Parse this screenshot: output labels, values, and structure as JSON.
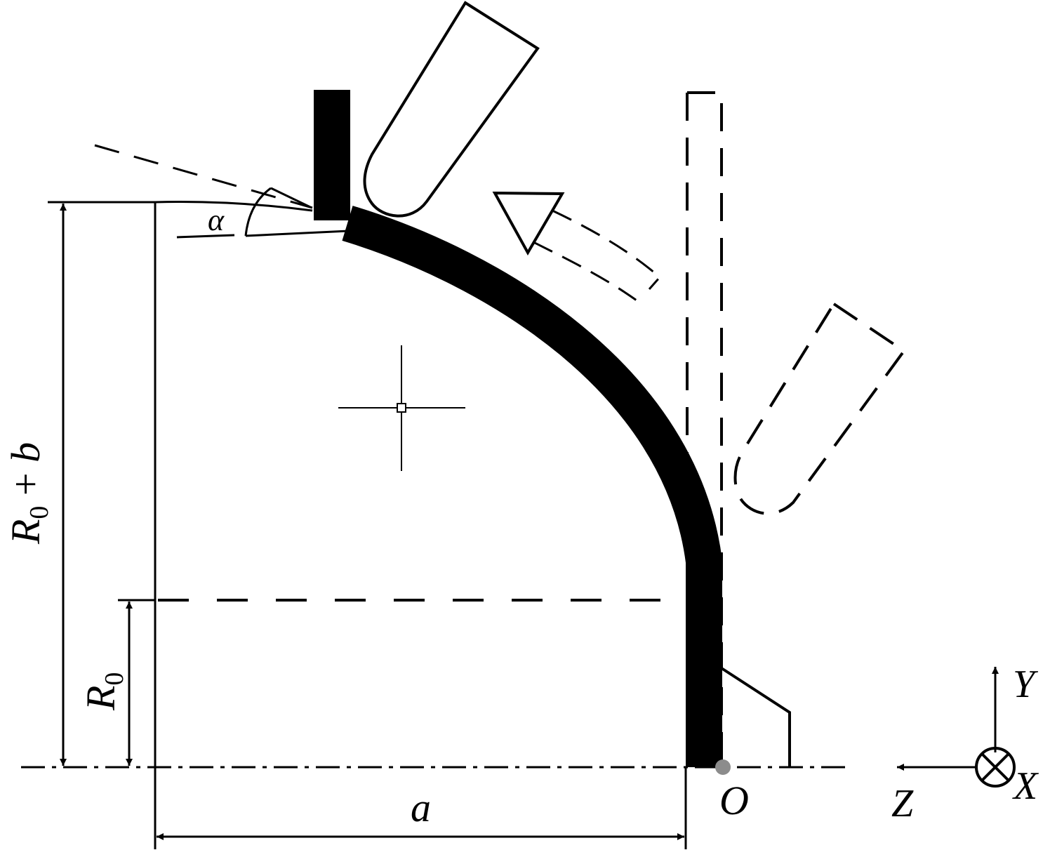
{
  "labels": {
    "alpha": "α",
    "radius_total_main": "R",
    "radius_total_sub": "0",
    "radius_total_suffix": " + ",
    "radius_total_b": "b",
    "radius_inner_main": "R",
    "radius_inner_sub": "0",
    "length_a": "a",
    "origin": "O",
    "axis_y": "Y",
    "axis_z": "Z",
    "axis_x": "X"
  },
  "colors": {
    "ink": "#000000",
    "origin_dot": "#8c8c8c",
    "background": "#ffffff"
  }
}
